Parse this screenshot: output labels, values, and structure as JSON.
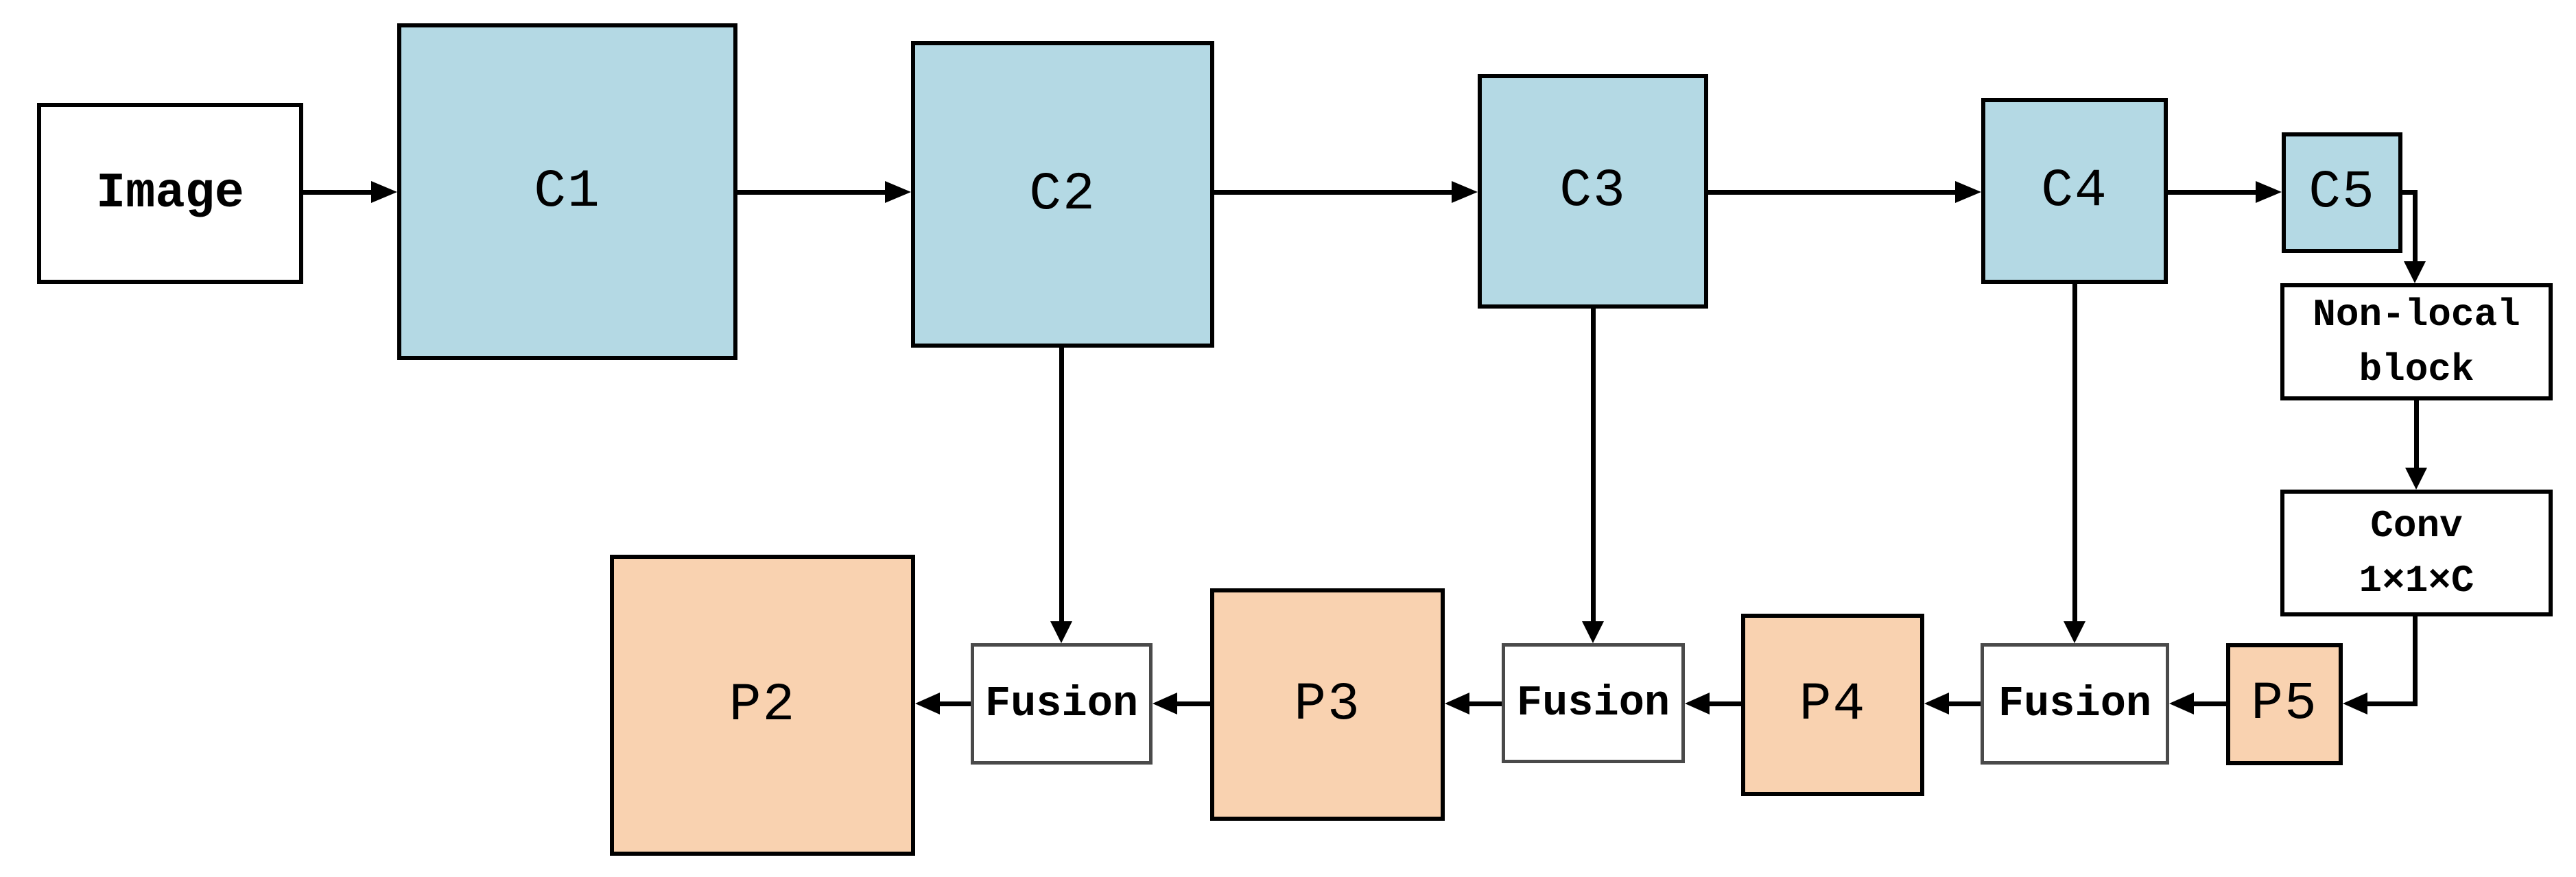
{
  "nodes": {
    "image": {
      "label": "Image"
    },
    "c1": {
      "label": "C1"
    },
    "c2": {
      "label": "C2"
    },
    "c3": {
      "label": "C3"
    },
    "c4": {
      "label": "C4"
    },
    "c5": {
      "label": "C5"
    },
    "nonlocal": {
      "lines": [
        "Non-local",
        "block"
      ]
    },
    "conv": {
      "lines": [
        "Conv",
        "1×1×C"
      ]
    },
    "p5": {
      "label": "P5"
    },
    "fusion_right": {
      "label": "Fusion"
    },
    "p4": {
      "label": "P4"
    },
    "fusion_mid": {
      "label": "Fusion"
    },
    "p3": {
      "label": "P3"
    },
    "fusion_left": {
      "label": "Fusion"
    },
    "p2": {
      "label": "P2"
    }
  },
  "colors": {
    "background": "#ffffff",
    "backbone_fill": "#b4d9e4",
    "pyramid_fill": "#f9d2b0",
    "box_border": "#000000",
    "fusion_border": "#4a4a4a",
    "arrow": "#000000"
  }
}
